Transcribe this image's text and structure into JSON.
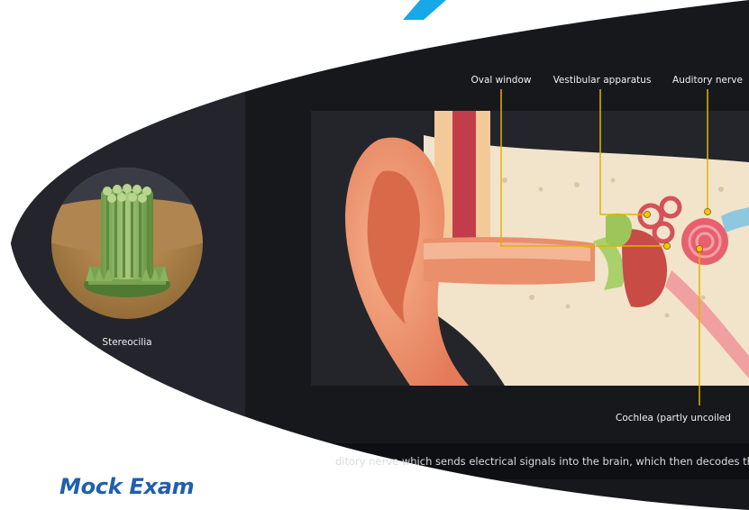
{
  "colors": {
    "accent": "#17a8e8",
    "brand_title": "#1f5fae",
    "panel_dark": "#17181c",
    "panel_sidebar": "#24252c",
    "label_line": "#e0b300",
    "label_dot": "#ffc400"
  },
  "sidebar": {
    "image_icon": "stereocilia-illustration",
    "label": "Stereocilia"
  },
  "diagram": {
    "labels": {
      "oval_window": "Oval window",
      "vestibular": "Vestibular apparatus",
      "auditory_nerve": "Auditory nerve",
      "cochlea": "Cochlea (partly uncoiled"
    }
  },
  "caption": "ditory nerve which sends electrical signals into the brain, which then decodes the sound.",
  "footer": {
    "title": "Mock Exam"
  }
}
